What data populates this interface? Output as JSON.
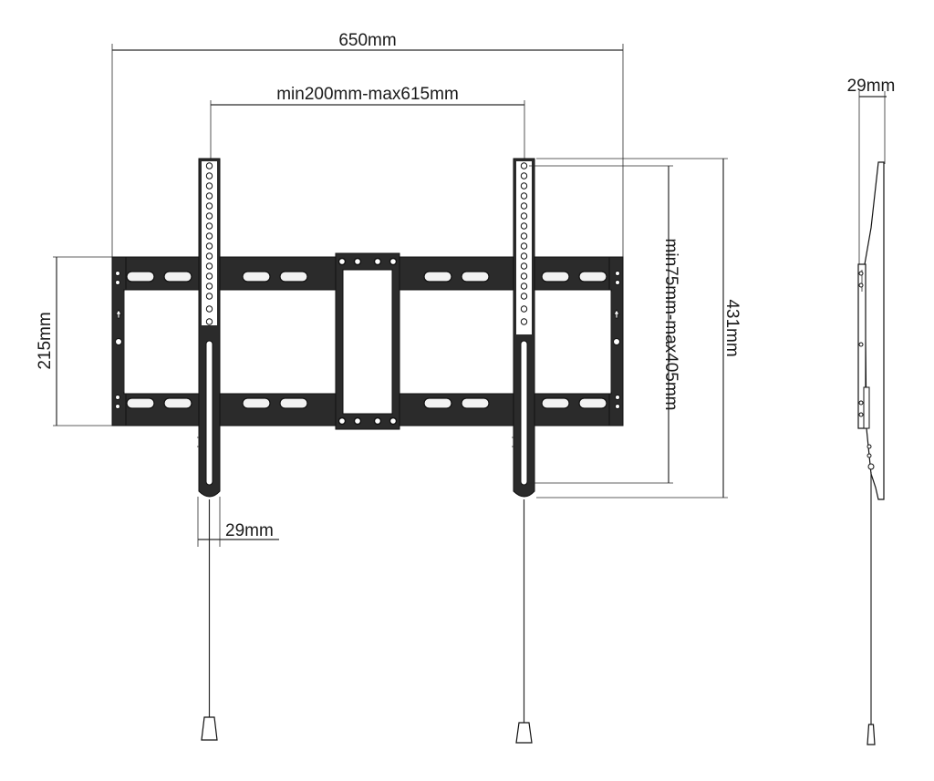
{
  "dimensions": {
    "overall_width": "650mm",
    "vesa_horizontal": "min200mm-max615mm",
    "frame_height": "215mm",
    "arm_height": "431mm",
    "vesa_vertical": "min75mm-max405mm",
    "arm_width": "29mm",
    "side_depth": "29mm"
  },
  "colors": {
    "steel": "#2b2b2b",
    "line": "#2a2a2a",
    "background": "#ffffff"
  }
}
